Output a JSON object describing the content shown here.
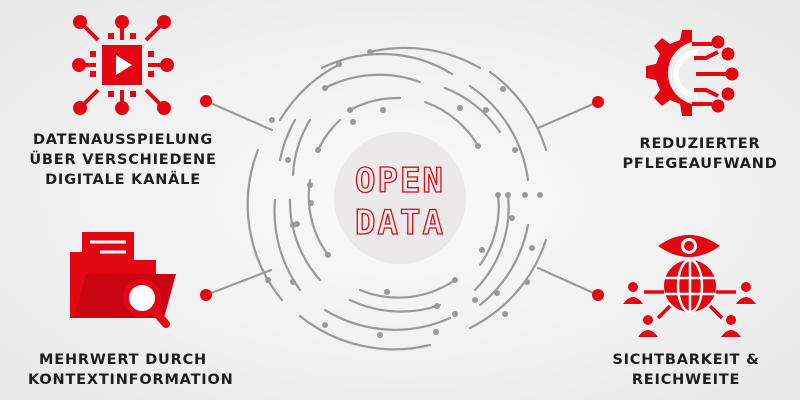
{
  "center": {
    "line1": "OPEN",
    "line2": "DATA"
  },
  "features": {
    "top_left": {
      "icon": "chip-play-icon",
      "lines": [
        "DATENAUSSPIELUNG",
        "ÜBER VERSCHIEDENE",
        "DIGITALE KANÄLE"
      ]
    },
    "top_right": {
      "icon": "gear-circuit-icon",
      "lines": [
        "REDUZIERTER",
        "PFLEGEAUFWAND"
      ]
    },
    "bottom_left": {
      "icon": "folder-search-icon",
      "lines": [
        "MEHRWERT DURCH",
        "KONTEXTINFORMATION"
      ]
    },
    "bottom_right": {
      "icon": "eye-globe-network-icon",
      "lines": [
        "SICHTBARKEIT &",
        "REICHWEITE"
      ]
    }
  },
  "colors": {
    "accent": "#e30613",
    "text": "#1e1e1e",
    "circuit": "#9a9a9a",
    "background": "#f0f0f0"
  }
}
